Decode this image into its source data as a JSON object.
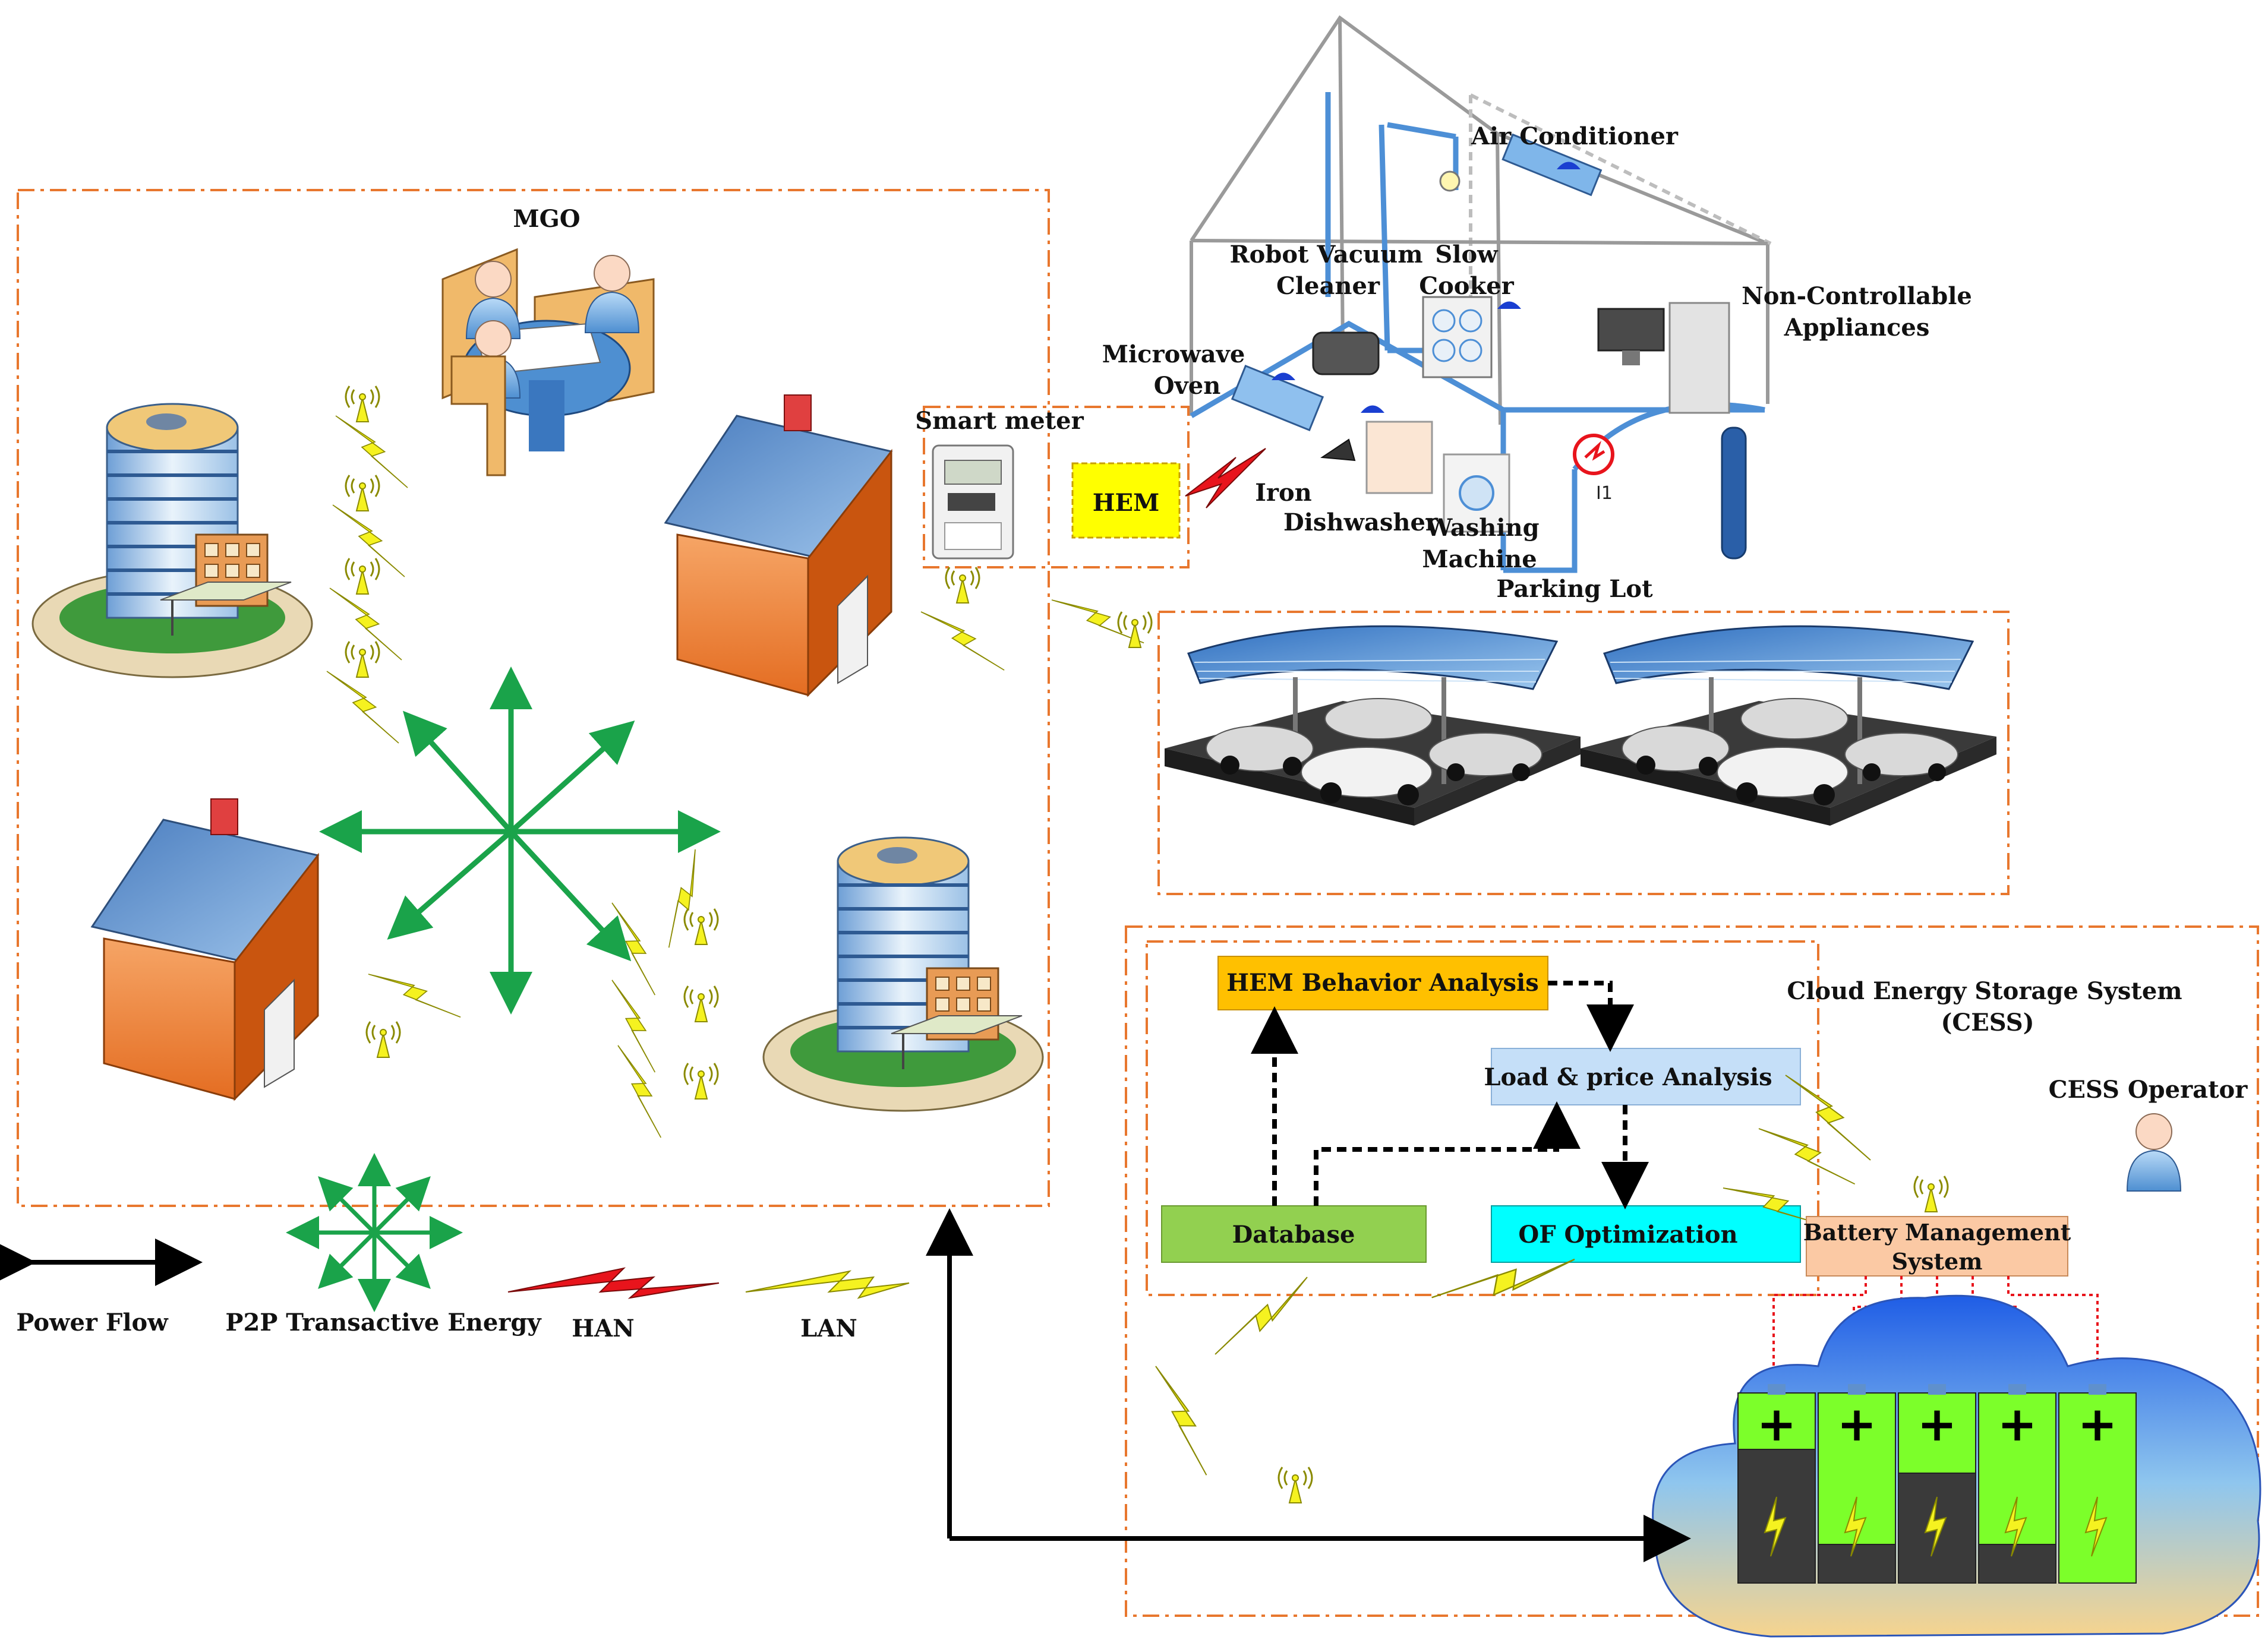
{
  "labels": {
    "mgo": "MGO",
    "smart_meter": "Smart meter",
    "hem": "HEM",
    "air_conditioner": "Air Conditioner",
    "robot_vacuum_1": "Robot Vacuum",
    "robot_vacuum_2": "Cleaner",
    "slow_cooker_1": "Slow",
    "slow_cooker_2": "Cooker",
    "non_controllable_1": "Non-Controllable",
    "non_controllable_2": "Appliances",
    "microwave_1": "Microwave",
    "microwave_2": "Oven",
    "iron": "Iron",
    "dishwasher": "Dishwasher",
    "washing_1": "Washing",
    "washing_2": "Machine",
    "parking_lot": "Parking Lot",
    "ev_label": "I1",
    "cess_1": "Cloud Energy Storage System",
    "cess_2": "(CESS)",
    "cess_operator": "CESS Operator",
    "hem_behavior": "HEM Behavior Analysis",
    "load_price": "Load & price Analysis",
    "database": "Database",
    "of_optimization": "OF Optimization",
    "bms_1": "Battery Management",
    "bms_2": "System"
  },
  "legend": {
    "power_flow": "Power Flow",
    "p2p": "P2P Transactive Energy",
    "han": "HAN",
    "lan": "LAN"
  },
  "colors": {
    "dash_border": "#e8772e",
    "p2p_green": "#1aa34a",
    "han_red": "#e8141c",
    "lan_yellow": "#f5f220",
    "hem_yellow": "#ffff00",
    "hem_behavior_bg": "#ffc000",
    "load_price_bg": "#c5dff8",
    "database_bg": "#92d050",
    "of_opt_bg": "#00ffff",
    "bms_bg": "#fbc9a4",
    "battery_green": "#7cff2a",
    "house_wire": "#4d8fd6"
  }
}
